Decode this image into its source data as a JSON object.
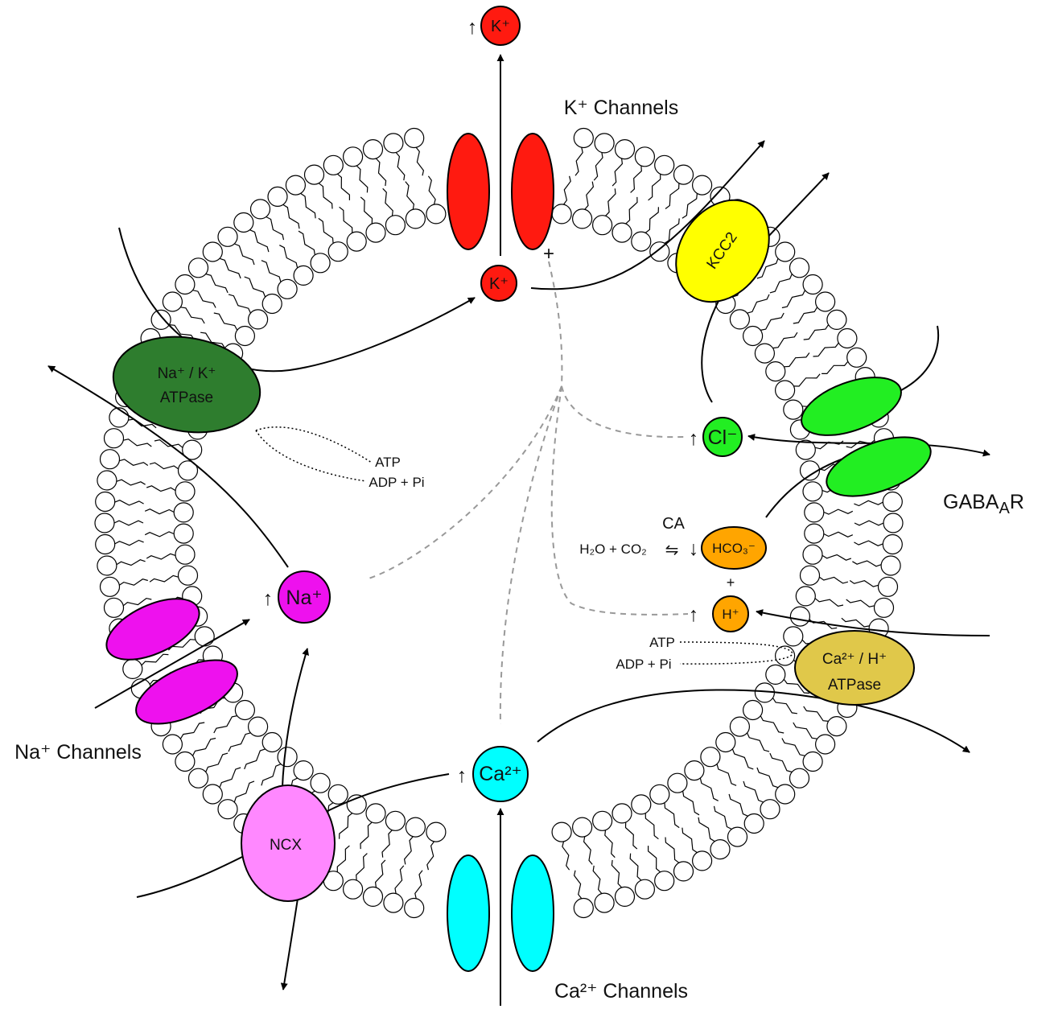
{
  "colors": {
    "k": "#ff1a10",
    "na": "#ee11ee",
    "nak_atpase": "#2e7d2e",
    "kcc2": "#ffff00",
    "gaba": "#22ee22",
    "ca": "#00ffff",
    "ncx": "#ff88ff",
    "bicarb": "#ffa500",
    "ca_atpase": "#e0c84a"
  },
  "labels": {
    "k_channels": "K⁺ Channels",
    "na_channels": "Na⁺ Channels",
    "ca_channels": "Ca²⁺ Channels",
    "gaba_main": "GABA",
    "gaba_sub": "A",
    "gaba_tail": "R",
    "nak_line1": "Na⁺ / K⁺",
    "nak_line2": "ATPase",
    "kcc2": "KCC2",
    "ncx": "NCX",
    "ca_h_line1": "Ca²⁺ / H⁺",
    "ca_h_line2": "ATPase",
    "atp": "ATP",
    "adp": "ADP + Pi",
    "ca_enzyme": "CA",
    "reaction_left": "H₂O + CO₂",
    "equilibrium": "⇋",
    "plus": "+",
    "up_arrow": "↑",
    "down_arrow": "↓"
  },
  "ions": {
    "k_out": "K⁺",
    "k_in": "K⁺",
    "na": "Na⁺",
    "cl": "Cl⁻",
    "hco3": "HCO₃⁻",
    "h": "H⁺",
    "ca": "Ca²⁺"
  }
}
